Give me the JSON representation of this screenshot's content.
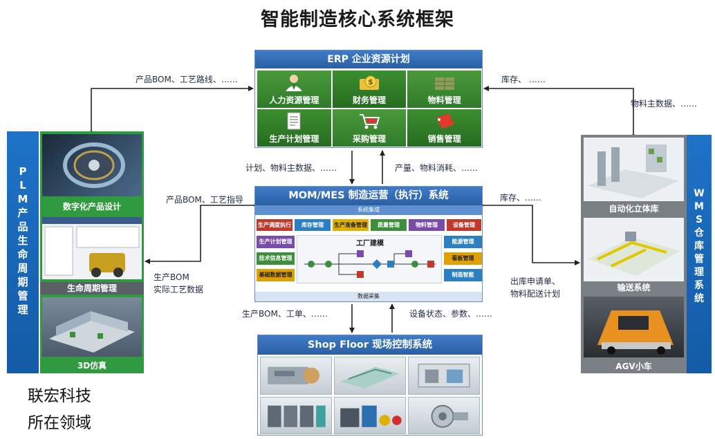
{
  "title": "智能制造核心系统框架",
  "erp": {
    "title": "ERP 企业资源计划",
    "modules": [
      {
        "label": "人力资源管理",
        "icon": "person-icon"
      },
      {
        "label": "财务管理",
        "icon": "money-icon"
      },
      {
        "label": "物料管理",
        "icon": "boxes-icon"
      },
      {
        "label": "生产计划管理",
        "icon": "document-icon"
      },
      {
        "label": "采购管理",
        "icon": "shopping-cart-icon"
      },
      {
        "label": "销售管理",
        "icon": "sale-tag-icon"
      }
    ]
  },
  "mes": {
    "title": "MOM/MES 制造运营（执行）系统",
    "integration": "系统集成",
    "top_modules": [
      "生产调度执行",
      "库存管理",
      "生产准备管理",
      "质量管理",
      "物料管理",
      "设备管理"
    ],
    "left_modules": [
      "生产计划管理",
      "技术信息管理",
      "基础数据管理"
    ],
    "right_modules": [
      "能源管理",
      "看板管理",
      "制造智能"
    ],
    "center_label": "工厂建模",
    "data_collection": "数据采集"
  },
  "shop": {
    "title": "Shop Floor 现场控制系统"
  },
  "plm": {
    "band_label": [
      "P",
      "L",
      "M",
      "产",
      "品",
      "生",
      "命",
      "周",
      "期",
      "管",
      "理"
    ],
    "items": [
      "数字化产品设计",
      "生命周期管理",
      "3D仿真"
    ]
  },
  "wms": {
    "band_label": [
      "W",
      "M",
      "S",
      "仓",
      "库",
      "管",
      "理",
      "系",
      "统"
    ],
    "items": [
      "自动化立体库",
      "输送系统",
      "AGV小车"
    ]
  },
  "notes": {
    "plm_erp": "产品BOM、工艺路线、……",
    "wms_erp_stock": "库存、 ……",
    "wms_erp_master": "物料主数据、……",
    "erp_to_mes": "计划、物料主数据、……",
    "mes_to_erp": "产量、物料消耗、……",
    "plm_to_mes": "产品BOM、工艺指导",
    "mes_to_plm_1": "生产BOM",
    "mes_to_plm_2": "实际工艺数据",
    "wms_to_mes": "库存、……",
    "mes_to_wms_1": "出库申请单、",
    "mes_to_wms_2": "物料配送计划",
    "mes_to_shop": "生产BOM、工单、……",
    "shop_to_mes": "设备状态、参数、……"
  },
  "footer": [
    "联宏科技",
    "所在领域"
  ],
  "colors": {
    "header_blue": "#2a5fa3",
    "erp_green": "#2f7a2a",
    "band_blue": "#1565b5",
    "arrow": "#222222"
  }
}
